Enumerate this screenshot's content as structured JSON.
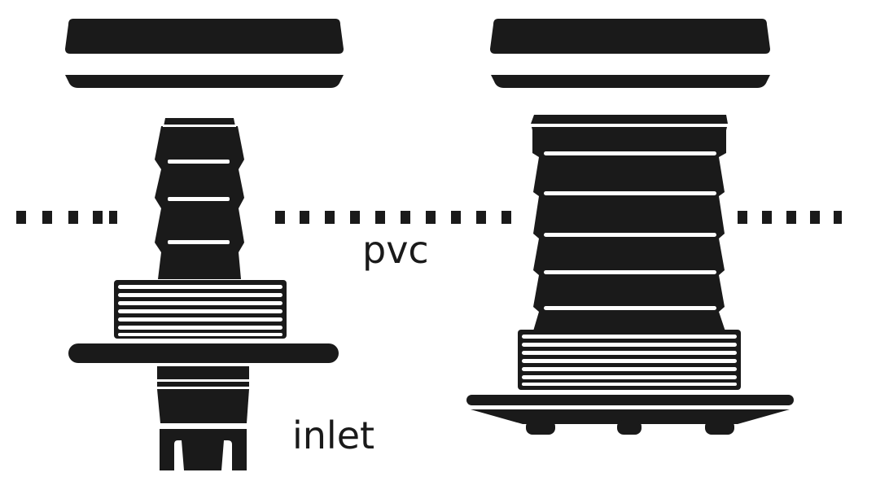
{
  "diagram": {
    "labels": {
      "pvc": "pvc",
      "inlet": "inlet"
    },
    "colors": {
      "ink": "#1a1a1a",
      "background": "#ffffff"
    },
    "parts": [
      "left-cap",
      "left-cap-washer",
      "left-barbed-fitting",
      "left-threaded-nut",
      "left-flange",
      "left-inlet-base",
      "right-cap",
      "right-cap-washer",
      "right-barbed-fitting",
      "right-threaded-nut",
      "right-flange-base"
    ],
    "dividing_line": "dotted"
  }
}
